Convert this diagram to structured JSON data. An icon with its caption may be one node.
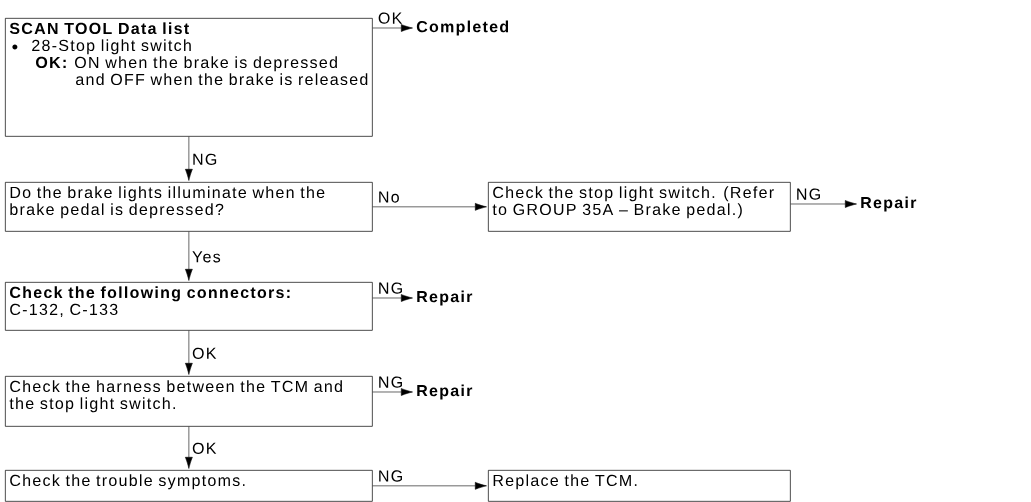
{
  "diagram": {
    "nodes": [
      {
        "text": [
          "SCAN TOOL Data list",
          "28-Stop light switch",
          "**OK:** ON when the brake is depressed and OFF when the brake is released"
        ]
      },
      {
        "text": [
          "Completed"
        ]
      },
      {
        "text": [
          "Do the brake lights illuminate when the brake pedal is depressed?"
        ]
      },
      {
        "text": [
          "Check the stop light switch. (Refer to GROUP 35A – Brake pedal.)"
        ]
      },
      {
        "text": [
          "Repair"
        ]
      },
      {
        "text": [
          "Check the following connectors:",
          "C-132, C-133"
        ]
      },
      {
        "text": [
          "Repair"
        ]
      },
      {
        "text": [
          "Check the harness between the TCM and the stop light switch."
        ]
      },
      {
        "text": [
          "Repair"
        ]
      },
      {
        "text": [
          "Check the trouble symptoms."
        ]
      },
      {
        "text": [
          "Replace the TCM."
        ]
      }
    ],
    "edges": [
      {
        "from": 0,
        "to": 1,
        "arrow": "to",
        "label": "OK"
      },
      {
        "from": 0,
        "to": 2,
        "arrow": "to",
        "label": "NG"
      },
      {
        "from": 2,
        "to": 3,
        "arrow": "to",
        "label": "No"
      },
      {
        "from": 3,
        "to": 4,
        "arrow": "to",
        "label": "NG"
      },
      {
        "from": 2,
        "to": 5,
        "arrow": "to",
        "label": "Yes"
      },
      {
        "from": 5,
        "to": 6,
        "arrow": "to",
        "label": "NG"
      },
      {
        "from": 5,
        "to": 7,
        "arrow": "to",
        "label": "OK"
      },
      {
        "from": 7,
        "to": 8,
        "arrow": "to",
        "label": "NG"
      },
      {
        "from": 7,
        "to": 9,
        "arrow": "to",
        "label": "OK"
      },
      {
        "from": 9,
        "to": 10,
        "arrow": "to",
        "label": "NG"
      }
    ]
  }
}
